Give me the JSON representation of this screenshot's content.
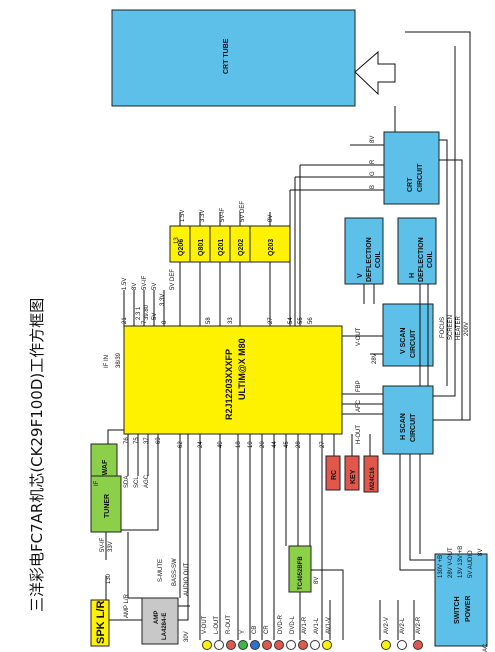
{
  "title": "三洋彩电FC7AR机芯(CK29F100D)工作方框图",
  "blocks": {
    "crt_tube": "CRT TUBE",
    "crt_circuit": "CRT CIRCUIT",
    "v_def_coil": "V DEFLECTION COIL",
    "h_def_coil": "H DEFLECTION COIL",
    "v_scan": "V SCAN CIRCUIT",
    "h_scan": "H SCAN CIRCUIT",
    "switch_power": "SWITCH POWER",
    "main_ic_1": "R2J12203XXXFP",
    "main_ic_2": "ULTIM@X M80",
    "tuner": "TUNER",
    "swaf": "SWAF",
    "amp": "AMP LA4284-E",
    "spk": "SPK L/R",
    "tc4052": "TC4052BFB",
    "q206": "Q206",
    "q801": "Q801",
    "q201": "Q201",
    "q202": "Q202",
    "q203": "Q203",
    "rc": "RC",
    "key": "KEY",
    "m24c16": "M24C16"
  },
  "labels": {
    "v8": "8V",
    "r": "R",
    "g": "G",
    "b": "B",
    "v_out": "V-OUT",
    "v28": "28V",
    "fbp": "FBP",
    "afc": "AFC",
    "h_out": "H-OUT",
    "focus": "FOCUS",
    "screen": "SCREEN",
    "heater": "HEATER",
    "v200": "200V",
    "pwr1": "130V +B",
    "pwr2": "28V V-OUT",
    "pwr3": "13V 13V +B",
    "pwr4": "5V AUDIO",
    "pwr5": "8V",
    "ac": "AC",
    "if_in": "IF IN",
    "p3839": "38/39",
    "if": "IF",
    "sda": "SDA",
    "scl": "SCL",
    "agc": "AGC",
    "p76": "76",
    "p75": "75",
    "p37": "37",
    "p69": "69",
    "p62": "62",
    "p24": "24",
    "p49": "49",
    "p18": "18",
    "p19": "19",
    "p20": "20",
    "p44": "44",
    "p45": "45",
    "p28": "28",
    "p27": "27",
    "p21": "21",
    "p7": "7",
    "p8": "8",
    "p58": "58",
    "p33": "33",
    "p27b": "27",
    "p54": "54",
    "p55": "55",
    "p56": "56",
    "p13": "13",
    "v15": "1.5V",
    "v33": "3.3V",
    "v5if": "5V-IF",
    "v5def": "5V DEF",
    "v8b": "8V",
    "v15b": "1.5V",
    "v8c": "8V",
    "v5ifb": "5V-IF",
    "v5": "5V",
    "v331": "2.3 1",
    "v5b": "5V",
    "v33b": "3.3V",
    "v5defb": "5V DEF",
    "v3980": "39.80",
    "smute": "S-MUTE",
    "bass": "BASS-SW",
    "aout": "AUDIO OUT",
    "v5ifc": "5V-IF",
    "v33c": "33V",
    "p130": "130",
    "amp_lr": "AMP L/R",
    "v30": "30V",
    "vout2": "V-OUT",
    "lout": "L-OUT",
    "rout": "R-OUT",
    "y": "Y",
    "cb": "CB",
    "cr": "CR",
    "dvdr": "DVD-R",
    "dvdl": "DVD-L",
    "av1r": "AV1-R",
    "av1l": "AV1-L",
    "av1v": "AV1-V",
    "av2v": "AV2-V",
    "av2l": "AV2-L",
    "av2r": "AV2-R",
    "v8d": "8V"
  }
}
